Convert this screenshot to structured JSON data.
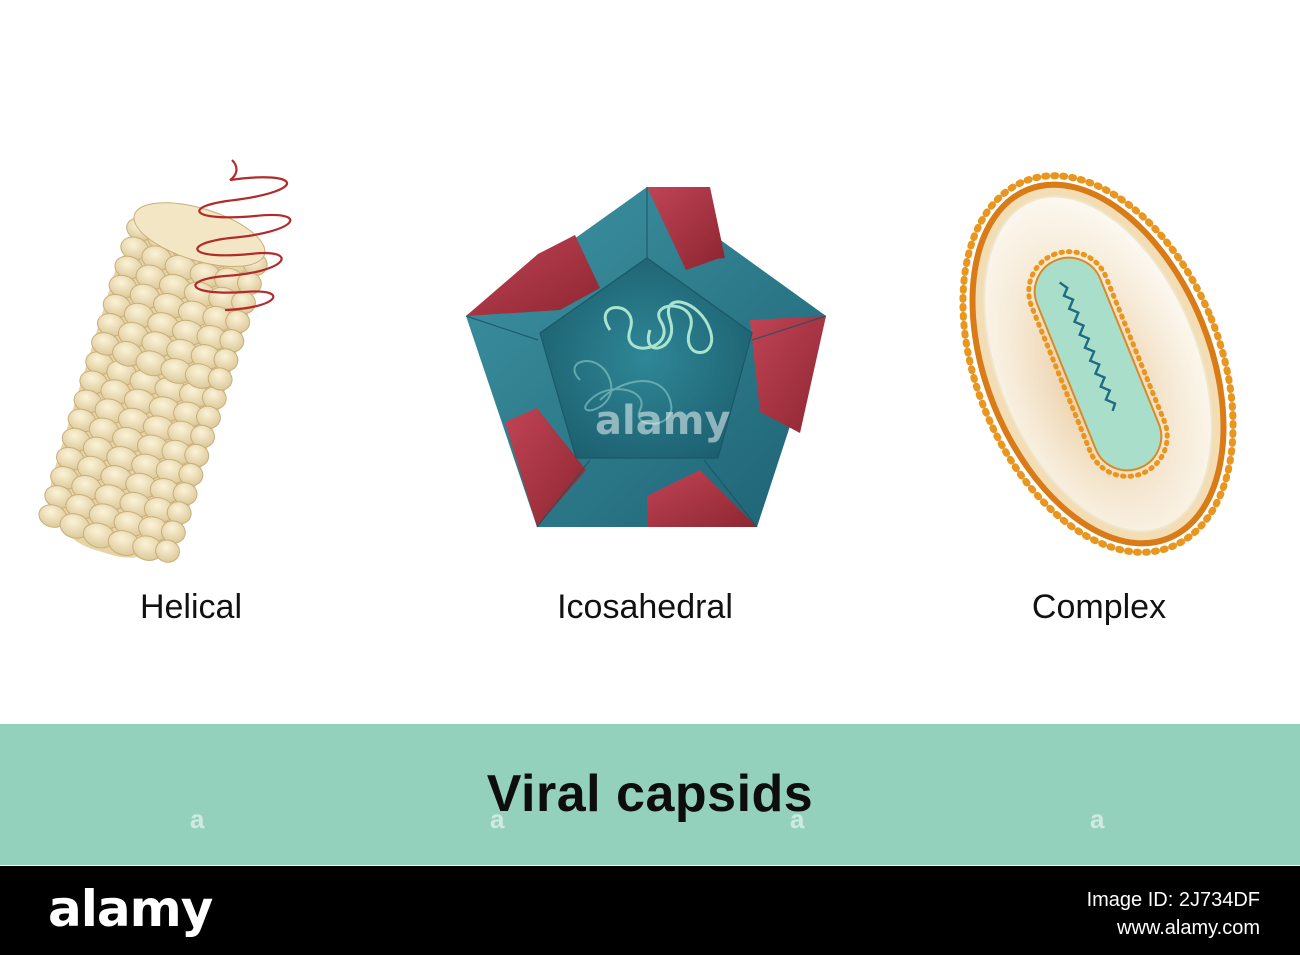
{
  "diagram": {
    "labels": {
      "helical": "Helical",
      "icosahedral": "Icosahedral",
      "complex": "Complex"
    },
    "title": "Viral capsids"
  },
  "watermark": {
    "center_text": "alamy",
    "small_letter": "a"
  },
  "footer": {
    "brand": "alamy",
    "image_id_line": "Image ID: 2J734DF",
    "url": "www.alamy.com"
  },
  "colors": {
    "title_band": "#94d1bd",
    "helix_strand": "#b22a2a",
    "capsomer": "#eee0b8",
    "teal_face": "#2a7f8d",
    "red_face": "#a8303d",
    "envelope_orange": "#e08a1e",
    "core_fill": "#a9dfca"
  },
  "icons": [
    "helical-capsid-icon",
    "icosahedral-capsid-icon",
    "complex-capsid-icon"
  ]
}
